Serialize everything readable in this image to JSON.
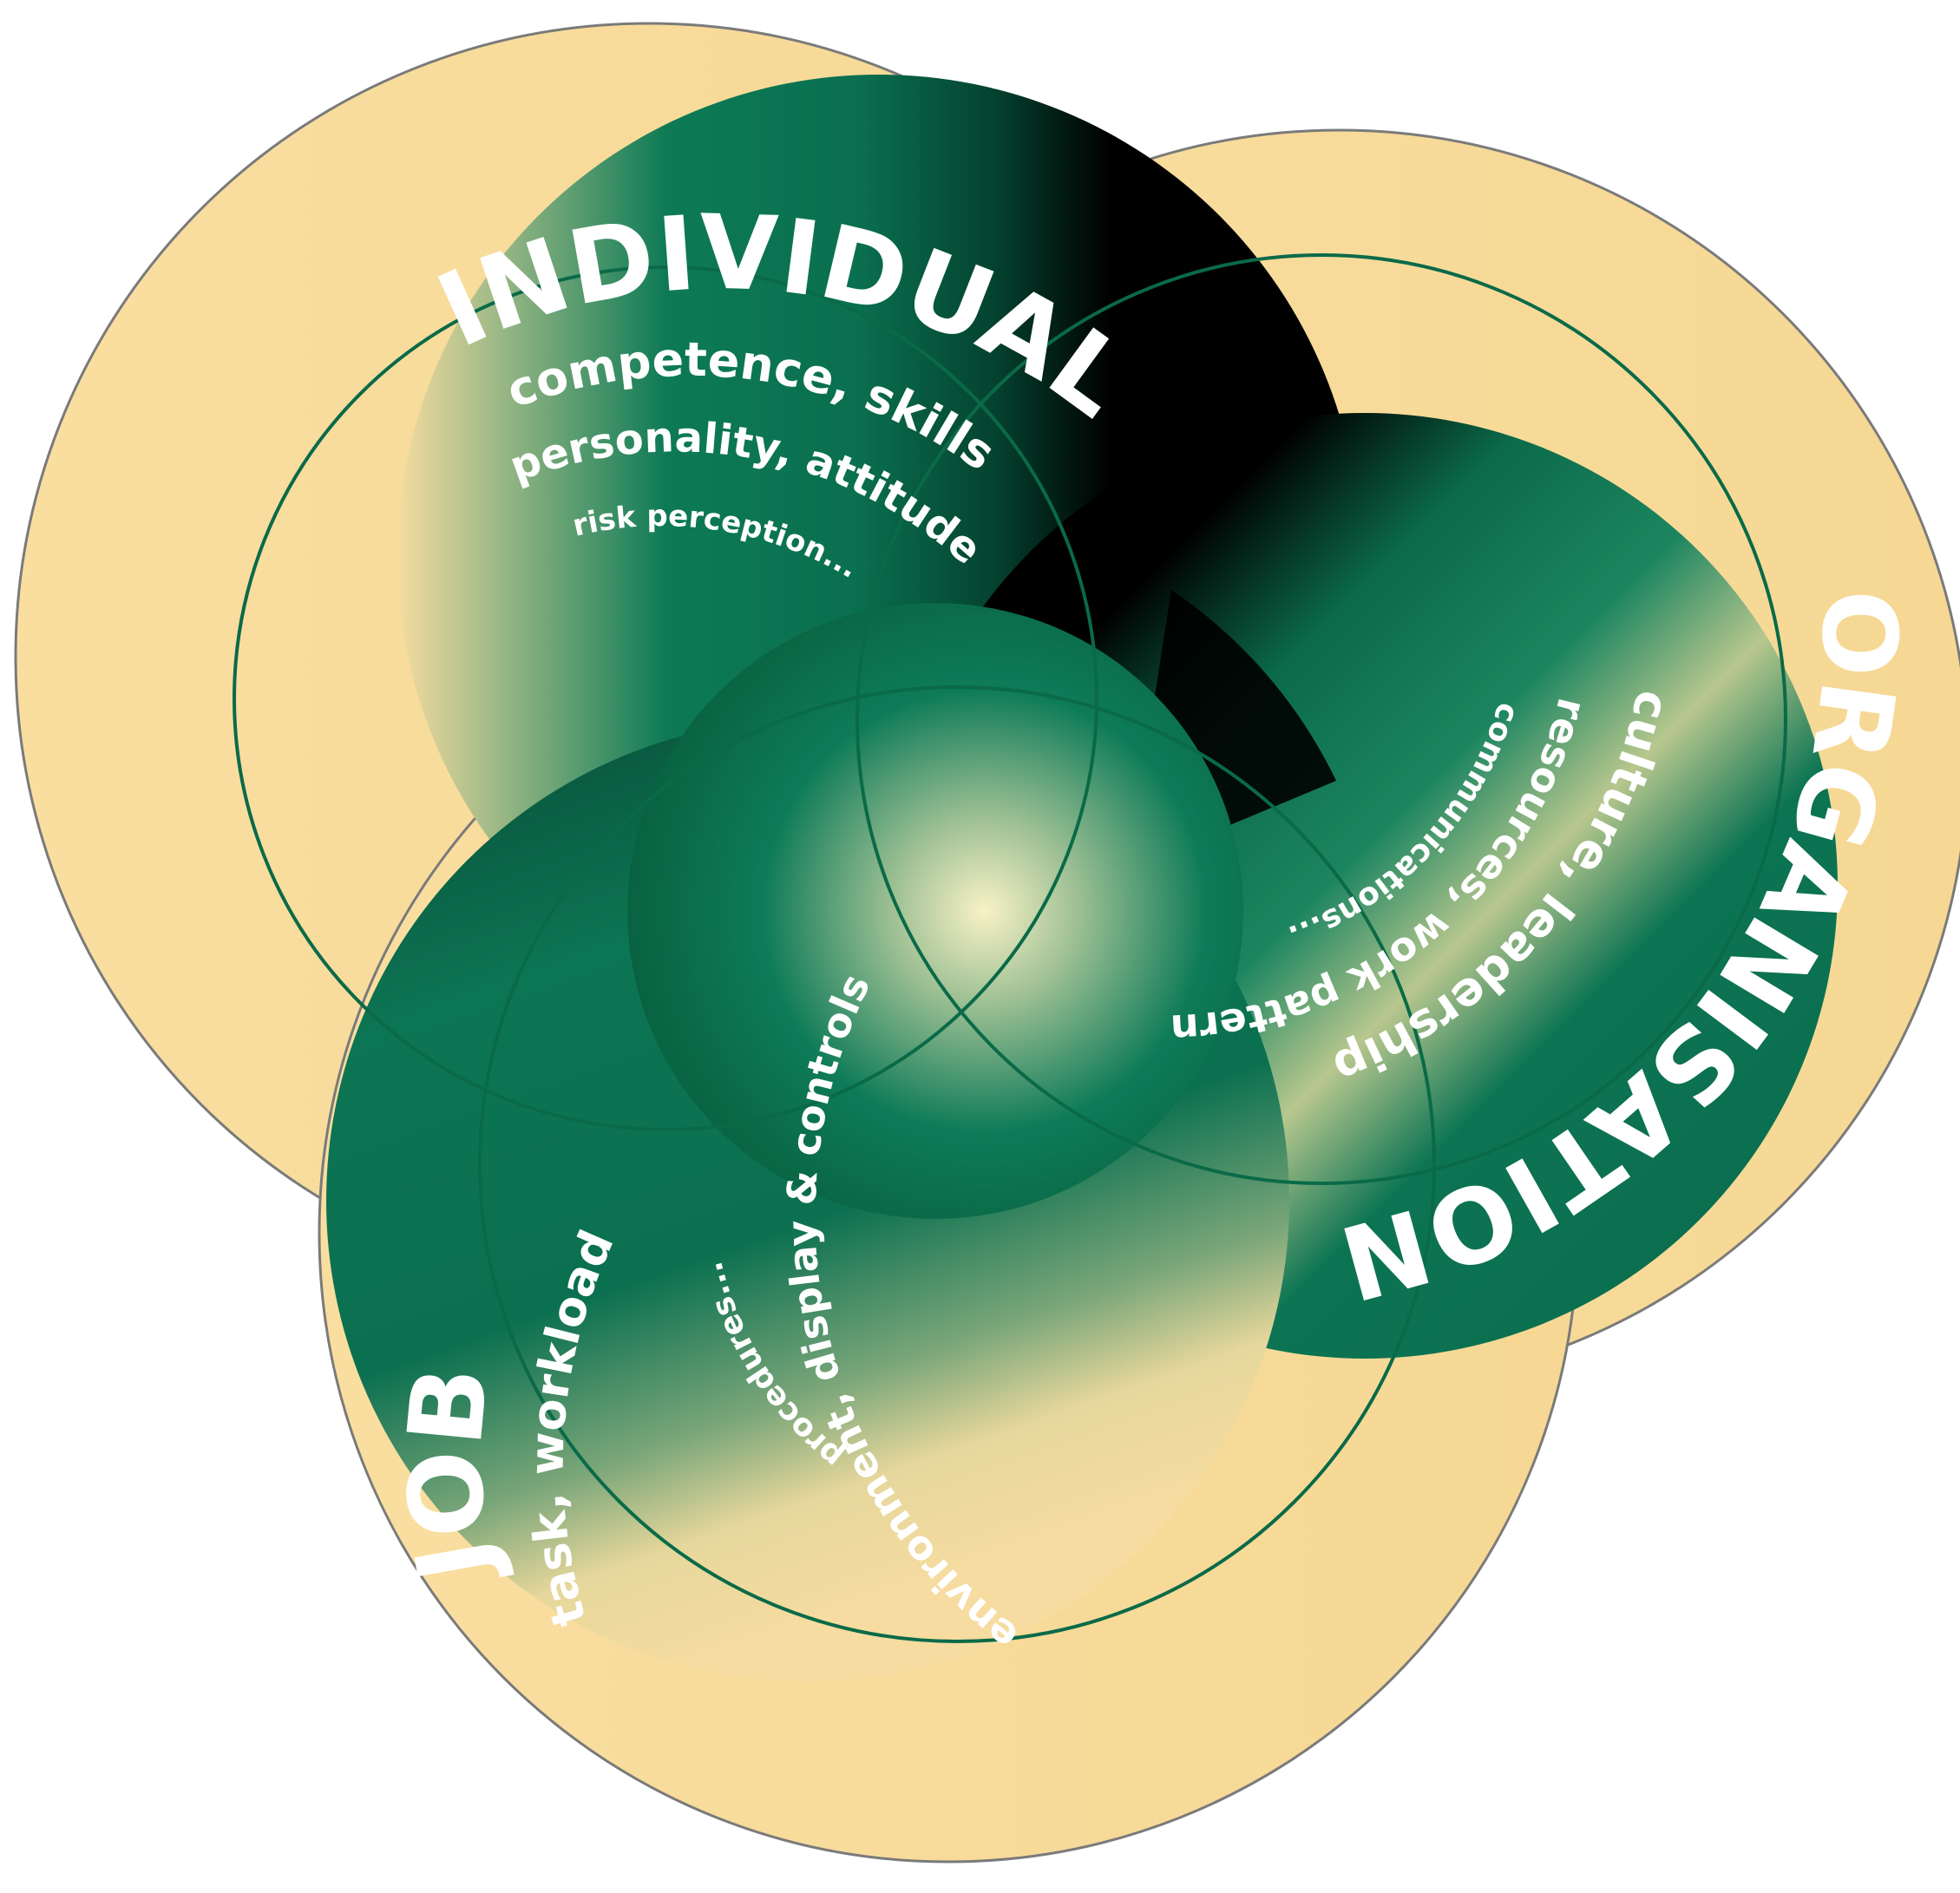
{
  "colors": {
    "background": "#ffffff",
    "ring_cream": "#f9dea0",
    "ring_outline": "#777777",
    "green": "#0b7352",
    "green_dark": "#06503a",
    "black": "#000000",
    "thin_line": "#0a6a48",
    "center_glow": "#f7f0c2",
    "label_text": "#ffffff"
  },
  "individual": {
    "title": "INDIVIDUAL",
    "line1": "competence, skills",
    "line2": "personality, attitudes",
    "line3": "risk perception..."
  },
  "organisation": {
    "title": "ORGANISATION",
    "line1": "culture, leadership",
    "line2": "resources, work patterns",
    "line3": "communications..."
  },
  "job": {
    "title": "JOB",
    "line1": "task, workload",
    "line2": "environment, display & controls",
    "line3": "procedures..."
  }
}
